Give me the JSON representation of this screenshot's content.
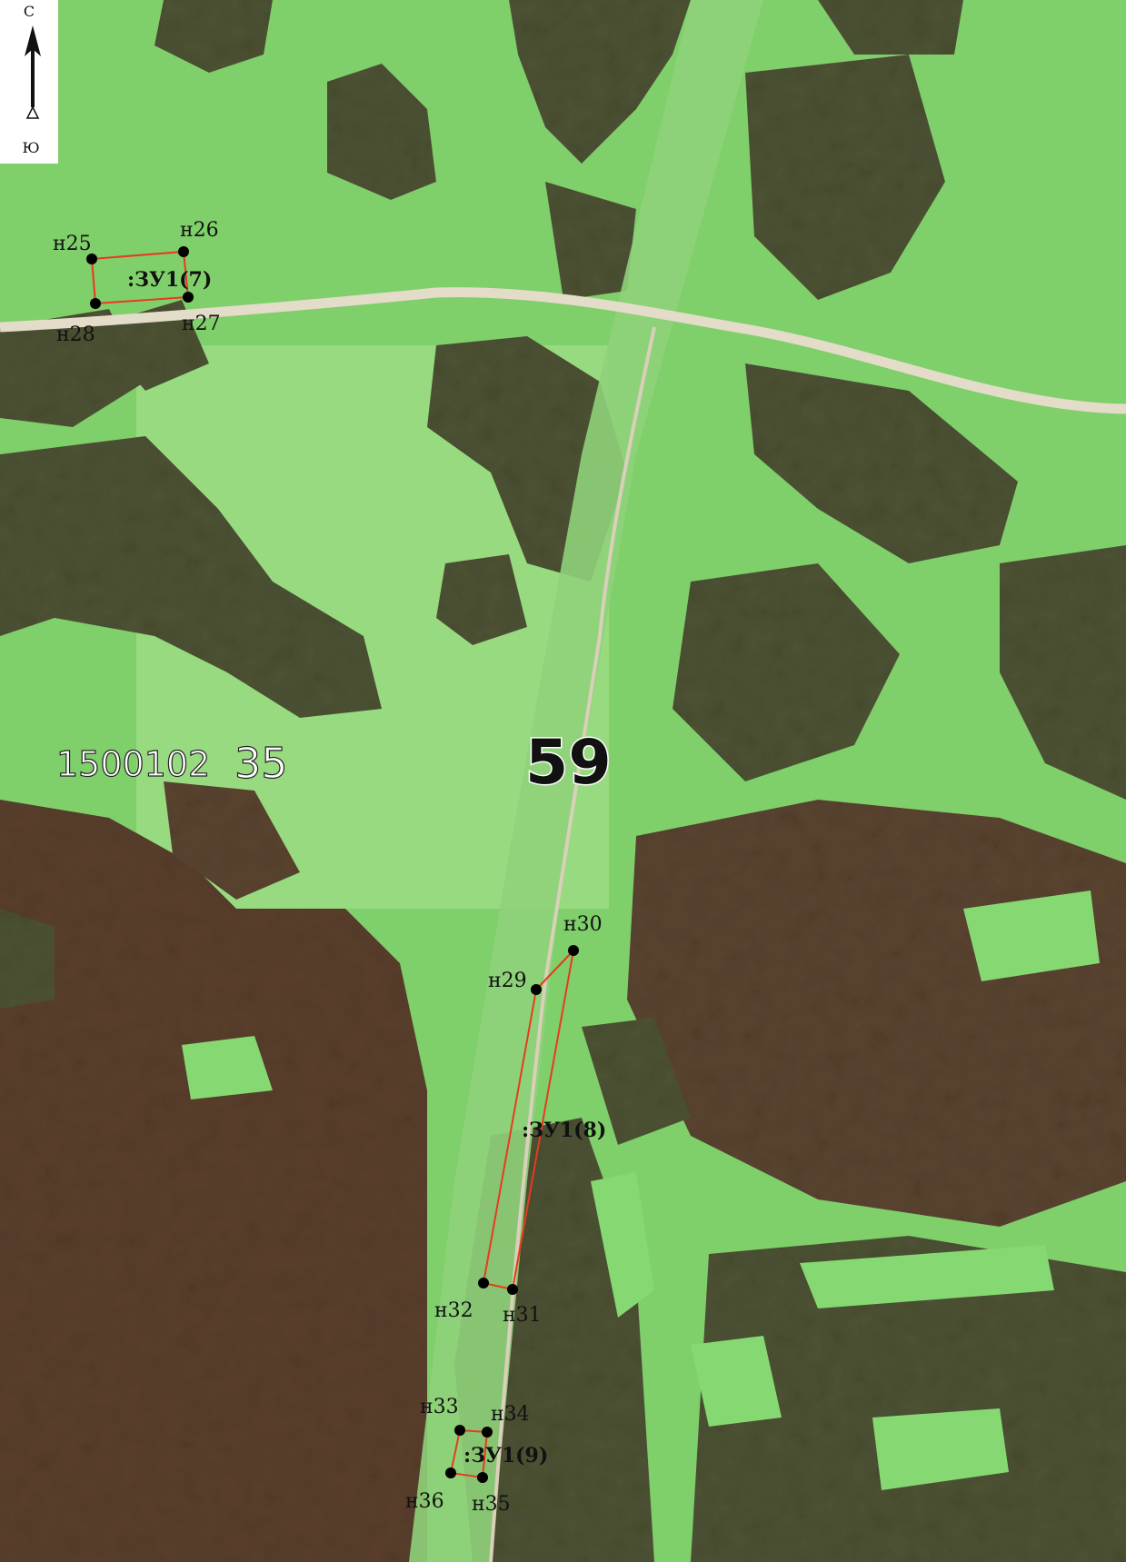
{
  "compass": {
    "north": "С",
    "south": "Ю",
    "icon": "north-arrow-icon"
  },
  "quarter_label": "1500102",
  "parcel_35_label": "35",
  "parcel_59_label": "59",
  "zu": [
    {
      "id": "zu1-7",
      "label": ":ЗУ1(7)",
      "points": [
        {
          "name": "н25"
        },
        {
          "name": "н26"
        },
        {
          "name": "н27"
        },
        {
          "name": "н28"
        }
      ]
    },
    {
      "id": "zu1-8",
      "label": ":ЗУ1(8)",
      "points": [
        {
          "name": "н29"
        },
        {
          "name": "н30"
        },
        {
          "name": "н31"
        },
        {
          "name": "н32"
        }
      ]
    },
    {
      "id": "zu1-9",
      "label": ":ЗУ1(9)",
      "points": [
        {
          "name": "н33"
        },
        {
          "name": "н34"
        },
        {
          "name": "н35"
        },
        {
          "name": "н36"
        }
      ]
    }
  ],
  "colors": {
    "boundary": "#e83a1e",
    "meadow": "#7fcf6a",
    "meadow_light": "#a6e08a",
    "forest": "#4a4a2e",
    "forest_red": "#5a3f2c",
    "road": "#e3dcc8"
  }
}
